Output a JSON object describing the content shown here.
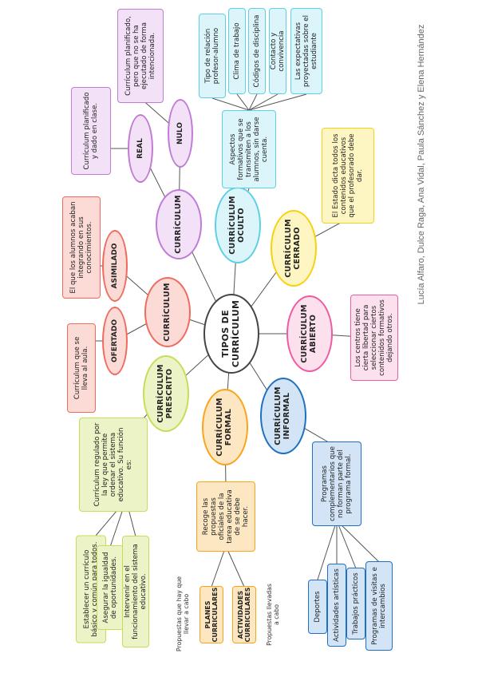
{
  "colors": {
    "green": "#c6dd5a",
    "green_fill": "#ecf3c7",
    "orange": "#f8a51c",
    "orange_fill": "#fde7c2",
    "blue": "#1f70c1",
    "blue_fill": "#d3e4f6",
    "pink": "#ef5ba1",
    "pink_fill": "#fce0ee",
    "yellow": "#f6d20f",
    "yellow_fill": "#fdf6c3",
    "cyan": "#5fd0e3",
    "cyan_fill": "#dbf5fa",
    "purple": "#c07bd6",
    "purple_fill": "#f3e1f8",
    "red": "#ef6b5f",
    "red_fill": "#fcdad5",
    "line": "#555555"
  },
  "center": {
    "label": "TIPOS DE CURRÍCULUM"
  },
  "author": "Lucía Alfaro, Dulce Raga, Ana Vidal, Paula Sánchez y Elena Hernández",
  "branches": {
    "prescrito": {
      "label": "CURRÍCULUM PRESCRITO",
      "description": "Currículum regulado por la ley que permite ordenar el sistema educativo. Su función es:",
      "functions": [
        "Establecer un currículo básico y común para todos.",
        "Asegurar la igualdad de oportunidades.",
        "Intervenir en el funcionamiento del sistema educativo."
      ]
    },
    "formal": {
      "label": "CURRÍCULUM FORMAL",
      "description": "Recoge las propuestas oficiales de la tarea educativa de se debe hacer.",
      "items": [
        "PLANES CURRICULARES",
        "ACTIVIDADES CURRICULARES"
      ],
      "notes": [
        "Propuestas que hay que llevar a cabo",
        "Propuestas llevadas a cabo"
      ]
    },
    "informal": {
      "label": "CURRÍCULUM INFORMAL",
      "description": "Programas complementarios que no forman parte del programa formal.",
      "items": [
        "Deportes",
        "Actividades artísticas",
        "Trabajos prácticos",
        "Programas de visitas e intercambios"
      ]
    },
    "abierto": {
      "label": "CURRÍCULUM ABIERTO",
      "description": "Los centros tiene cierta libertad para seleccionar ciertos contenidos formativos dejando otros."
    },
    "cerrado": {
      "label": "CURRÍCULUM CERRADO",
      "description": "El Estado dicta todos los contenidos educativos que el profesorado debe dar."
    },
    "oculto": {
      "label": "CURRÍCULUM OCULTO",
      "description": "Aspectos formativos que se transmiten a los alumnos, sin darse cuenta.",
      "items": [
        "Tipo de relación profesor-alumno",
        "Clima de trabajo",
        "Códigos de disciplina",
        "Contacto y convivencia",
        "Las expectativas proyectadas sobre el estudiante"
      ]
    },
    "curriculum_top": {
      "label": "CURRÍCULUM",
      "real": {
        "label": "REAL",
        "description": "Currículum planificado y dado en clase."
      },
      "nulo": {
        "label": "NULO",
        "description": "Currículum planificado, pero que no se ha ejecutado de forma intencionada."
      }
    },
    "curriculum_left": {
      "label": "CURRÍCULUM",
      "asimilado": {
        "label": "ASIMILADO",
        "description": "El que los alumnos acaban integrando en sus conocimientos."
      },
      "ofertado": {
        "label": "OFERTADO",
        "description": "Currículum que se lleva al aula."
      }
    }
  }
}
